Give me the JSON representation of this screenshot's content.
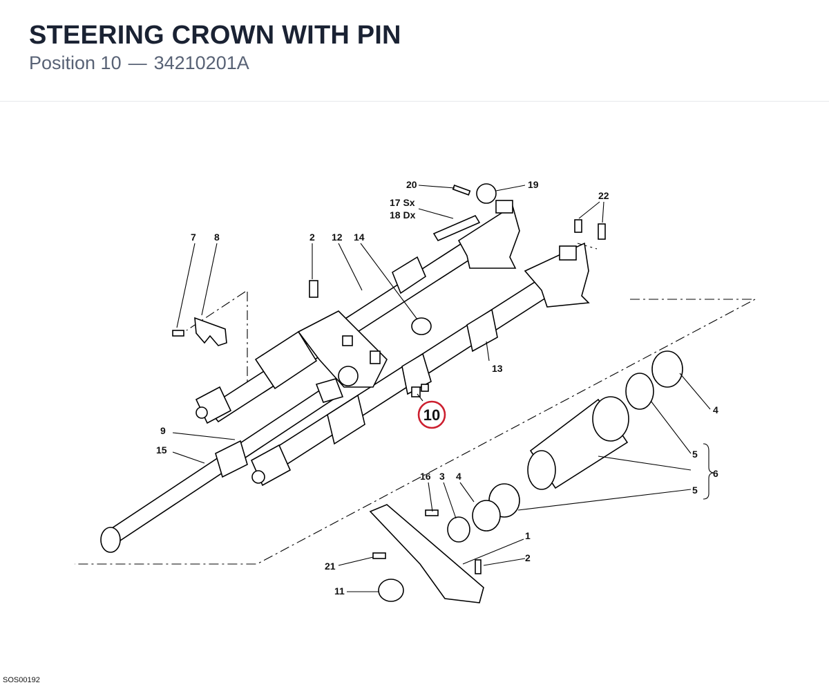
{
  "header": {
    "title": "STEERING CROWN WITH PIN",
    "position_label": "Position 10",
    "separator": "—",
    "part_number": "34210201A"
  },
  "callouts": {
    "c1": "1",
    "c2a": "2",
    "c2b": "2",
    "c3": "3",
    "c4a": "4",
    "c4b": "4",
    "c5a": "5",
    "c5b": "5",
    "c6": "6",
    "c7": "7",
    "c8": "8",
    "c9": "9",
    "c11": "11",
    "c12": "12",
    "c13": "13",
    "c14": "14",
    "c15": "15",
    "c16": "16",
    "c17": "17 Sx",
    "c18": "18 Dx",
    "c19": "19",
    "c20": "20",
    "c21": "21",
    "c22": "22"
  },
  "highlight": {
    "label": "10",
    "color": "#cc1f2f"
  },
  "footer": {
    "code": "SOS00192"
  }
}
